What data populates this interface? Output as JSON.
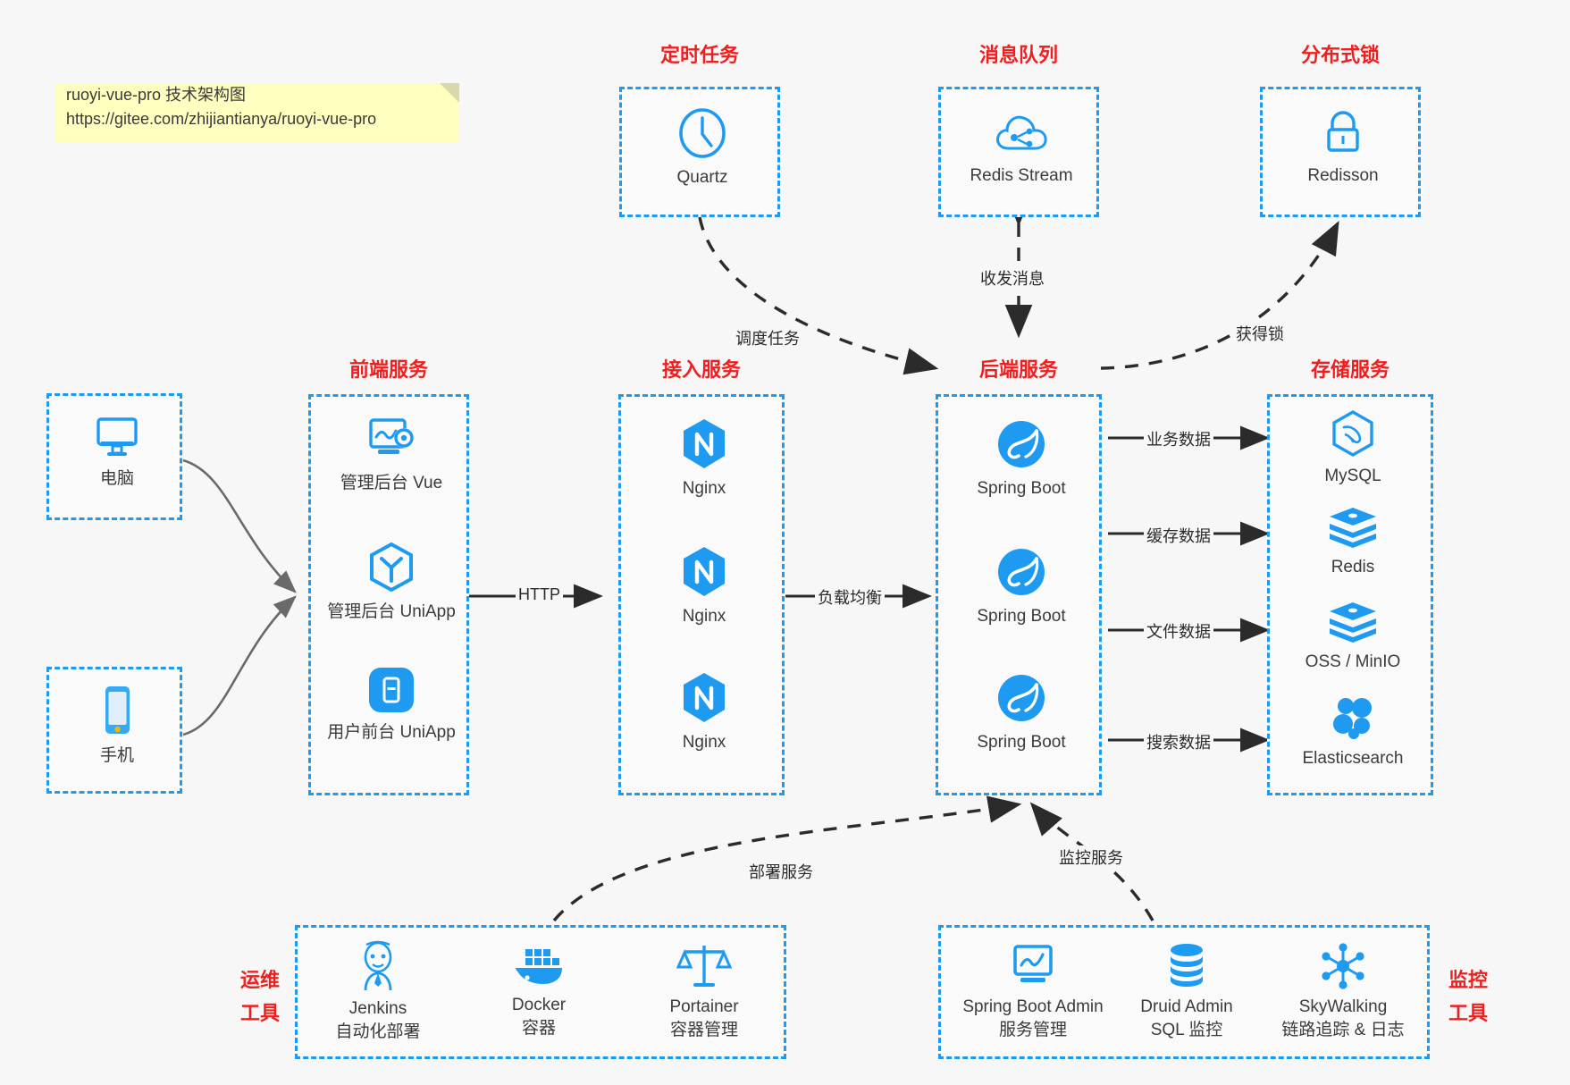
{
  "note": {
    "title": "ruoyi-vue-pro 技术架构图",
    "url": "https://gitee.com/zhijiantianya/ruoyi-vue-pro"
  },
  "colors": {
    "accent": "#1e9bf0",
    "group_label": "#f01f1f",
    "text": "#3b3b3b",
    "background": "#f7f7f7",
    "note_bg": "#ffffc0",
    "edge": "#2b2b2b"
  },
  "groups": {
    "scheduled_task": {
      "label": "定时任务",
      "items": [
        {
          "name": "Quartz",
          "icon": "clock-icon"
        }
      ]
    },
    "message_queue": {
      "label": "消息队列",
      "items": [
        {
          "name": "Redis Stream",
          "icon": "cloud-node-icon"
        }
      ]
    },
    "distributed_lock": {
      "label": "分布式锁",
      "items": [
        {
          "name": "Redisson",
          "icon": "lock-icon"
        }
      ]
    },
    "clients": {
      "items": [
        {
          "name": "电脑",
          "icon": "desktop-monitor-icon"
        },
        {
          "name": "手机",
          "icon": "mobile-phone-icon"
        }
      ]
    },
    "frontend": {
      "label": "前端服务",
      "items": [
        {
          "name": "管理后台 Vue",
          "icon": "dashboard-gear-icon"
        },
        {
          "name": "管理后台 UniApp",
          "icon": "uniapp-cube-icon"
        },
        {
          "name": "用户前台 UniApp",
          "icon": "app-tile-icon"
        }
      ]
    },
    "gateway": {
      "label": "接入服务",
      "items": [
        {
          "name": "Nginx",
          "icon": "nginx-icon"
        },
        {
          "name": "Nginx",
          "icon": "nginx-icon"
        },
        {
          "name": "Nginx",
          "icon": "nginx-icon"
        }
      ]
    },
    "backend": {
      "label": "后端服务",
      "items": [
        {
          "name": "Spring Boot",
          "icon": "spring-leaf-icon"
        },
        {
          "name": "Spring Boot",
          "icon": "spring-leaf-icon"
        },
        {
          "name": "Spring Boot",
          "icon": "spring-leaf-icon"
        }
      ]
    },
    "storage": {
      "label": "存储服务",
      "items": [
        {
          "name": "MySQL",
          "icon": "mysql-dolphin-icon"
        },
        {
          "name": "Redis",
          "icon": "redis-stack-icon"
        },
        {
          "name": "OSS / MinIO",
          "icon": "redis-stack-icon"
        },
        {
          "name": "Elasticsearch",
          "icon": "elasticsearch-icon"
        }
      ]
    },
    "ops_tools": {
      "label_line1": "运维",
      "label_line2": "工具",
      "items": [
        {
          "name": "Jenkins",
          "sub": "自动化部署",
          "icon": "jenkins-butler-icon"
        },
        {
          "name": "Docker",
          "sub": "容器",
          "icon": "docker-whale-icon"
        },
        {
          "name": "Portainer",
          "sub": "容器管理",
          "icon": "portainer-scale-icon"
        }
      ]
    },
    "monitor_tools": {
      "label_line1": "监控",
      "label_line2": "工具",
      "items": [
        {
          "name": "Spring Boot Admin",
          "sub": "服务管理",
          "icon": "monitor-chart-icon"
        },
        {
          "name": "Druid Admin",
          "sub": "SQL 监控",
          "icon": "database-icon"
        },
        {
          "name": "SkyWalking",
          "sub": "链路追踪 & 日志",
          "icon": "skywalking-icon"
        }
      ]
    }
  },
  "edges": {
    "schedule_task": "调度任务",
    "message_io": "收发消息",
    "acquire_lock": "获得锁",
    "http": "HTTP",
    "load_balance": "负载均衡",
    "business_data": "业务数据",
    "cache_data": "缓存数据",
    "file_data": "文件数据",
    "search_data": "搜索数据",
    "deploy_service": "部署服务",
    "monitor_service": "监控服务"
  }
}
